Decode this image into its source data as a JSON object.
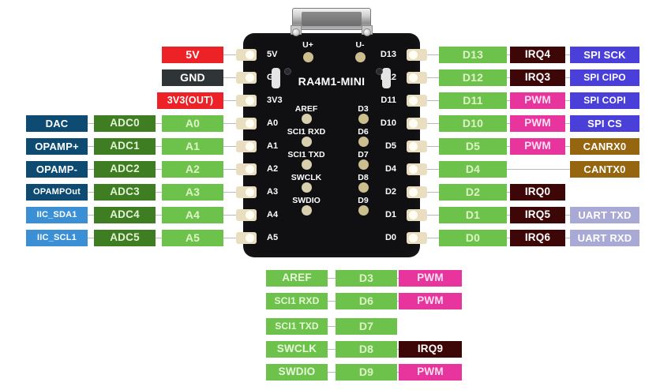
{
  "board": {
    "name": "RA4M1-MINI",
    "usb_pads": [
      {
        "label": "U+"
      },
      {
        "label": "U-"
      }
    ],
    "left_pins": [
      "5V",
      "G",
      "3V3",
      "A0",
      "A1",
      "A2",
      "A3",
      "A4",
      "A5"
    ],
    "right_pins": [
      "D13",
      "D12",
      "D11",
      "D10",
      "D5",
      "D4",
      "D2",
      "D1",
      "D0"
    ],
    "inner_left_labels": [
      "AREF",
      "SCI1 RXD",
      "SCI1 TXD",
      "SWCLK",
      "SWDIO"
    ],
    "inner_right_labels": [
      "D3",
      "D6",
      "D7",
      "D8",
      "D9"
    ]
  },
  "left_rows": [
    {
      "func": null,
      "adc": null,
      "pin": "5V",
      "pin_style": "c-5v"
    },
    {
      "func": null,
      "adc": null,
      "pin": "GND",
      "pin_style": "c-gnd"
    },
    {
      "func": null,
      "adc": null,
      "pin": "3V3(OUT)",
      "pin_style": "c-3v3"
    },
    {
      "func": "DAC",
      "adc": "ADC0",
      "pin": "A0",
      "pin_style": "c-a",
      "func_style": "c-dac"
    },
    {
      "func": "OPAMP+",
      "adc": "ADC1",
      "pin": "A1",
      "pin_style": "c-a",
      "func_style": "c-dac"
    },
    {
      "func": "OPAMP-",
      "adc": "ADC2",
      "pin": "A2",
      "pin_style": "c-a",
      "func_style": "c-dac"
    },
    {
      "func": "OPAMPOut",
      "adc": "ADC3",
      "pin": "A3",
      "pin_style": "c-a",
      "func_style": "c-dac"
    },
    {
      "func": "IIC_SDA1",
      "adc": "ADC4",
      "pin": "A4",
      "pin_style": "c-a",
      "func_style": "c-iic"
    },
    {
      "func": "IIC_SCL1",
      "adc": "ADC5",
      "pin": "A5",
      "pin_style": "c-a",
      "func_style": "c-iic"
    }
  ],
  "right_rows": [
    {
      "pin": "D13",
      "alt": "IRQ4",
      "alt_style": "c-irq",
      "bus": "SPI  SCK",
      "bus_style": "c-spi"
    },
    {
      "pin": "D12",
      "alt": "IRQ3",
      "alt_style": "c-irq",
      "bus": "SPI  CIPO",
      "bus_style": "c-spi"
    },
    {
      "pin": "D11",
      "alt": "PWM",
      "alt_style": "c-pwm",
      "bus": "SPI  COPI",
      "bus_style": "c-spi"
    },
    {
      "pin": "D10",
      "alt": "PWM",
      "alt_style": "c-pwm",
      "bus": "SPI   CS",
      "bus_style": "c-spi"
    },
    {
      "pin": "D5",
      "alt": "PWM",
      "alt_style": "c-pwm",
      "bus": "CANRX0",
      "bus_style": "c-can"
    },
    {
      "pin": "D4",
      "alt": null,
      "alt_style": null,
      "bus": "CANTX0",
      "bus_style": "c-can"
    },
    {
      "pin": "D2",
      "alt": "IRQ0",
      "alt_style": "c-irq",
      "bus": null,
      "bus_style": null
    },
    {
      "pin": "D1",
      "alt": "IRQ5",
      "alt_style": "c-irq",
      "bus": "UART TXD",
      "bus_style": "c-uart"
    },
    {
      "pin": "D0",
      "alt": "IRQ6",
      "alt_style": "c-irq",
      "bus": "UART RXD",
      "bus_style": "c-uart"
    }
  ],
  "bottom_rows": [
    {
      "func": "AREF",
      "pin": "D3",
      "alt": "PWM",
      "alt_style": "c-pwm"
    },
    {
      "func": "SCI1 RXD",
      "pin": "D6",
      "alt": "PWM",
      "alt_style": "c-pwm"
    },
    {
      "func": "SCI1 TXD",
      "pin": "D7",
      "alt": null,
      "alt_style": null
    },
    {
      "func": "SWCLK",
      "pin": "D8",
      "alt": "IRQ9",
      "alt_style": "c-irq"
    },
    {
      "func": "SWDIO",
      "pin": "D9",
      "alt": "PWM",
      "alt_style": "c-pwm"
    }
  ],
  "colors": {
    "power_red": "#ec2227",
    "ground_dark": "#2f3437",
    "digital_green": "#6cc24a",
    "adc_green": "#3f7d23",
    "analog_navy": "#0d4b72",
    "iic_blue": "#3b8fd4",
    "irq_maroon": "#3d0707",
    "pwm_pink": "#e8359e",
    "spi_indigo": "#4a3fd8",
    "can_brown": "#96650f",
    "uart_periwinkle": "#a9a9d6"
  }
}
